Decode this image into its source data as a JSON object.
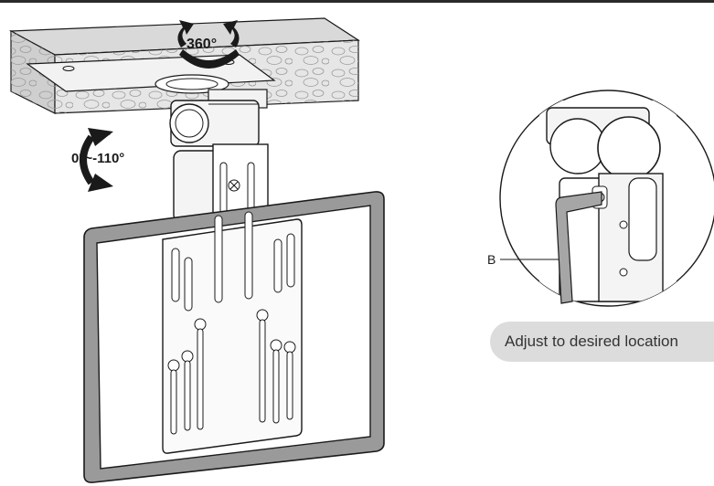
{
  "rotation_labels": {
    "swivel": "360°",
    "tilt": "0°~-110°"
  },
  "detail": {
    "part_label": "B"
  },
  "caption": {
    "text": "Adjust to desired location"
  },
  "colors": {
    "outline": "#1a1a1a",
    "ceiling_fill": "#e6e6e6",
    "frame_fill": "#9a9a9a",
    "caption_bg": "#dcdcdc"
  }
}
